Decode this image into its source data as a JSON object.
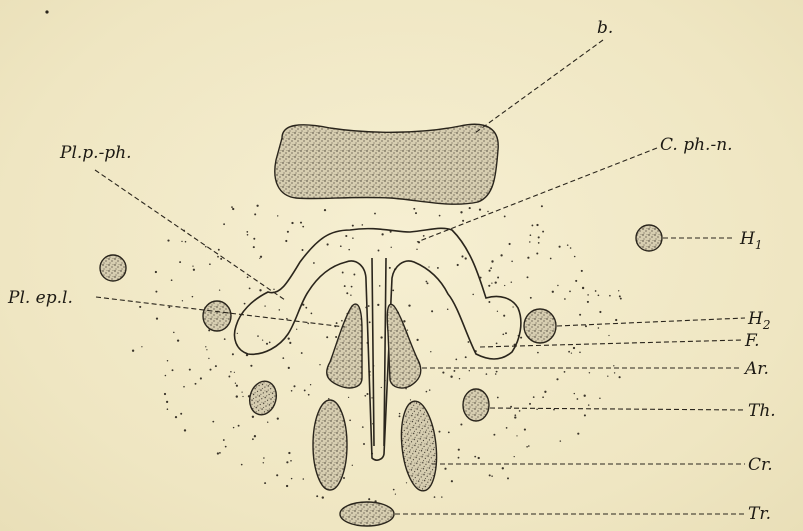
{
  "labels": {
    "b": "b.",
    "c_ph_n": "C. ph.-n.",
    "pl_p_ph": "Pl.p.-ph.",
    "h1_main": "H",
    "h1_sub": "1",
    "pl_ep_l": "Pl. ep.l.",
    "h2_main": "H",
    "h2_sub": "2",
    "f": "F.",
    "ar": "Ar.",
    "th": "Th.",
    "cr": "Cr.",
    "tr": "Tr."
  },
  "colors": {
    "paper": "#f2eac8",
    "ink": "#2a251c",
    "stipple_fill": "#cfc6a8"
  }
}
